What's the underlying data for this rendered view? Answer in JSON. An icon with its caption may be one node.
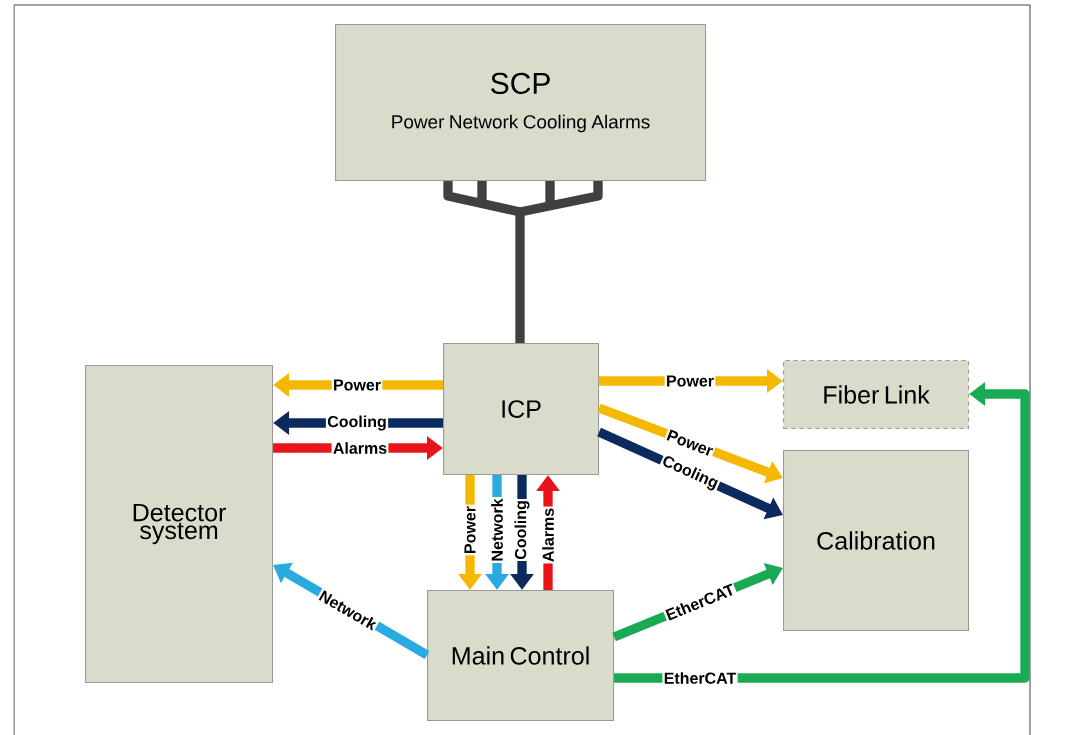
{
  "diagram": {
    "nodes": [
      {
        "text": [
          "SCP",
          "Power Network Cooling Alarms"
        ]
      },
      {
        "text": [
          "Detector system"
        ]
      },
      {
        "text": [
          "ICP"
        ]
      },
      {
        "text": [
          "Fiber Link"
        ]
      },
      {
        "text": [
          "Calibration"
        ]
      },
      {
        "text": [
          "Main Control"
        ]
      }
    ],
    "edges": [
      {
        "from": 2,
        "to": 0,
        "arrow": "none",
        "color": "#404040"
      },
      {
        "from": 2,
        "to": 1,
        "arrow": "to",
        "label": "Power",
        "color": "#f5b800"
      },
      {
        "from": 2,
        "to": 1,
        "arrow": "to",
        "label": "Cooling",
        "color": "#0d2a5e"
      },
      {
        "from": 1,
        "to": 2,
        "arrow": "to",
        "label": "Alarms",
        "color": "#e8141a"
      },
      {
        "from": 2,
        "to": 3,
        "arrow": "to",
        "label": "Power",
        "color": "#f5b800"
      },
      {
        "from": 2,
        "to": 4,
        "arrow": "to",
        "label": "Power",
        "color": "#f5b800"
      },
      {
        "from": 2,
        "to": 4,
        "arrow": "to",
        "label": "Cooling",
        "color": "#0d2a5e"
      },
      {
        "from": 2,
        "to": 5,
        "arrow": "to",
        "label": "Power",
        "color": "#f5b800"
      },
      {
        "from": 2,
        "to": 5,
        "arrow": "to",
        "label": "Network",
        "color": "#29abe2"
      },
      {
        "from": 2,
        "to": 5,
        "arrow": "to",
        "label": "Cooling",
        "color": "#0d2a5e"
      },
      {
        "from": 5,
        "to": 2,
        "arrow": "to",
        "label": "Alarms",
        "color": "#e8141a"
      },
      {
        "from": 5,
        "to": 1,
        "arrow": "to",
        "label": "Network",
        "color": "#29abe2"
      },
      {
        "from": 5,
        "to": 4,
        "arrow": "to",
        "label": "EtherCAT",
        "color": "#1aaa55"
      },
      {
        "from": 5,
        "to": 3,
        "arrow": "to",
        "label": "EtherCAT",
        "color": "#1aaa55"
      }
    ]
  }
}
